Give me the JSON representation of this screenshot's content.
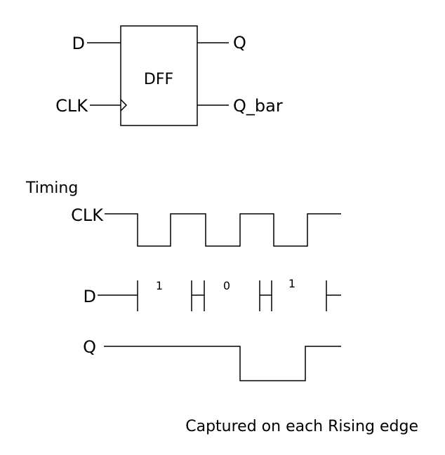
{
  "block": {
    "title": "DFF",
    "inputs": {
      "d": "D",
      "clk": "CLK"
    },
    "outputs": {
      "q": "Q",
      "q_bar": "Q_bar"
    }
  },
  "timing": {
    "heading": "Timing",
    "clk_label": "CLK",
    "d_label": "D",
    "d_values": [
      "1",
      "0",
      "1"
    ],
    "q_label": "Q"
  },
  "caption": "Captured on each Rising edge",
  "colors": {
    "line": "#000000",
    "background": "#ffffff"
  }
}
